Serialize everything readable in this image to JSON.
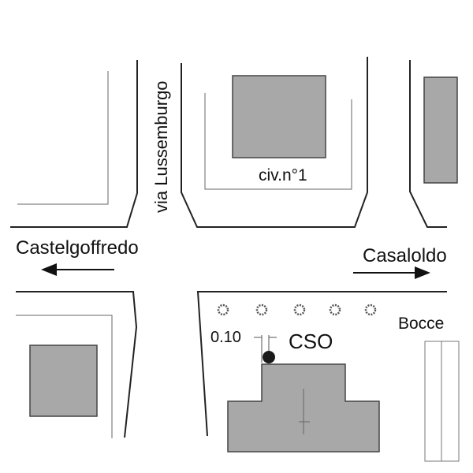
{
  "colors": {
    "building_fill": "#a8a8a8",
    "line": "#222222",
    "marker": "#1a1a1a",
    "background": "#ffffff"
  },
  "labels": {
    "street_vertical": "via Lussemburgo",
    "direction_left": "Castelgoffredo",
    "direction_right": "Casaloldo",
    "house_number": "civ.n°1",
    "cso": "CSO",
    "distance": "0.10",
    "bocce": "Bocce"
  },
  "legend_items": {
    "tree_count": 5,
    "cso_marker": "filled-circle"
  }
}
